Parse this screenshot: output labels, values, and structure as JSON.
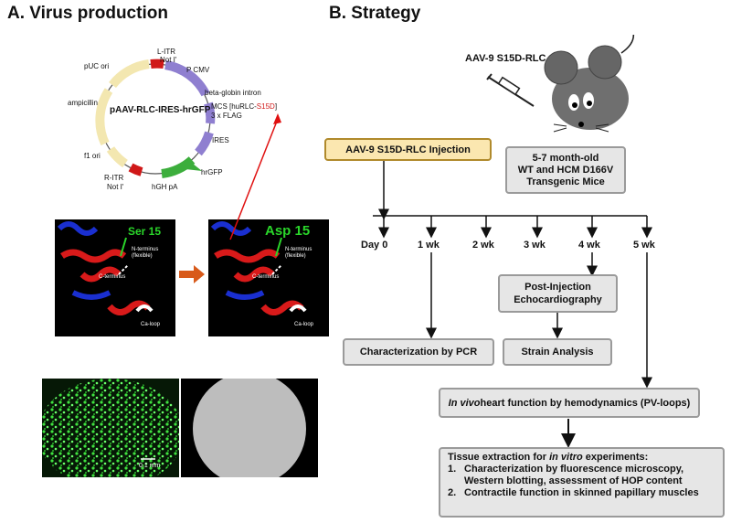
{
  "panel_a": {
    "title": "A.   Virus production",
    "plasmid": {
      "name": "pAAV-RLC-IRES-hrGFP",
      "labels": {
        "puc_ori": "pUC ori",
        "litr": "L-ITR",
        "noti_top": "Not I'",
        "pcmv": "P CMV",
        "beta_globin": "beta-globin intron",
        "mcs_prefix": "MCS [huRLC-",
        "mcs_mut": "S15D",
        "mcs_suffix": "]",
        "flag": "3 x FLAG",
        "ires": "IRES",
        "hrgfp": "hrGFP",
        "hgh": "hGH pA",
        "ritr": "R-ITR",
        "noti_bottom": "Not I'",
        "f1_ori": "f1 ori",
        "ampicillin": "ampicillin"
      }
    },
    "structure_left": {
      "label": "Ser 15",
      "nterm": "N-terminus",
      "nterm_sub": "(flexible)",
      "cterm": "C-terminus",
      "caloop": "Ca-loop"
    },
    "structure_right": {
      "label": "Asp 15",
      "nterm": "N-terminus",
      "nterm_sub": "(flexible)",
      "cterm": "C-terminus",
      "caloop": "Ca-loop"
    },
    "scale_bar": "0.1 mm"
  },
  "panel_b": {
    "title": "B.        Strategy",
    "virus_label": "AAV-9 S15D-RLC",
    "injection_box": "AAV-9 S15D-RLC Injection",
    "mice_box": [
      "5-7 month-old",
      "WT and HCM D166V",
      "Transgenic Mice"
    ],
    "timeline": [
      "Day  0",
      "1 wk",
      "2 wk",
      "3 wk",
      "4 wk",
      "5 wk"
    ],
    "echo_box": [
      "Post-Injection",
      "Echocardiography"
    ],
    "strain_box": "Strain Analysis",
    "pcr_box": "Characterization by PCR",
    "hemo_box": {
      "italic": "In vivo",
      "rest": " heart function by hemodynamics (PV-loops)"
    },
    "tissue_box": {
      "title_pre": "Tissue extraction for ",
      "title_italic": "in vitro",
      "title_post": " experiments:",
      "items": [
        {
          "num": "1.",
          "line1": "Characterization by fluorescence microscopy,",
          "line2": "Western blotting, assessment of HOP content"
        },
        {
          "num": "2.",
          "line1": "Contractile function in skinned papillary muscles",
          "line2": ""
        }
      ]
    }
  },
  "colors": {
    "injection_fill": "#fbe7b0",
    "box_fill": "#e6e6e6",
    "arrow_red": "#e01010",
    "helix_red": "#d81a1a",
    "helix_blue": "#1a2fd0"
  }
}
